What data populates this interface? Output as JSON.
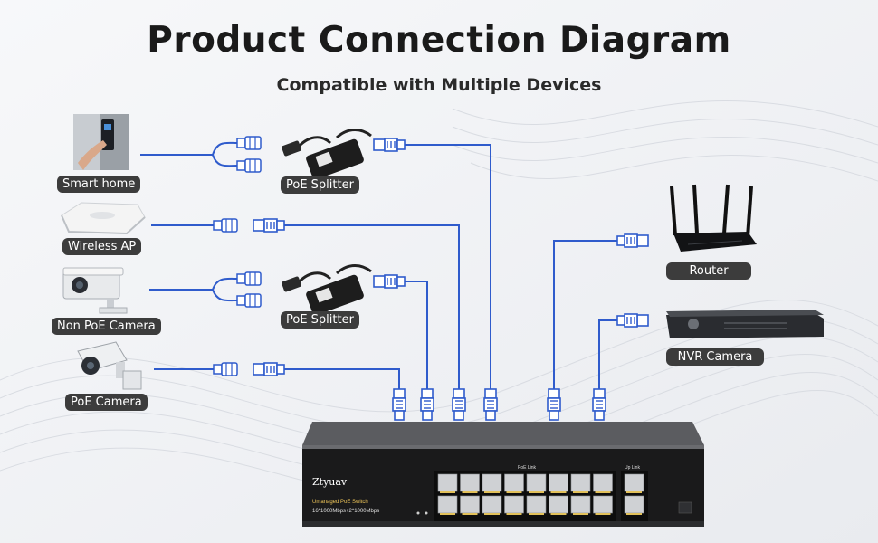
{
  "header": {
    "title": "Product Connection Diagram",
    "subtitle": "Compatible with Multiple Devices"
  },
  "devices": {
    "smart_home": "Smart home",
    "wireless_ap": "Wireless AP",
    "non_poe_camera": "Non PoE Camera",
    "poe_camera": "PoE Camera",
    "router": "Router",
    "nvr_camera": "NVR Camera"
  },
  "splitters": {
    "top": "PoE Splitter",
    "bottom": "PoE Splitter"
  },
  "switch": {
    "brand": "Ztyuav",
    "model": "Umanaged PoE Switch",
    "spec": "16*1000Mbps+2*1000Mbps",
    "poe_link_label": "PoE Link",
    "uplink_label": "Up Link"
  },
  "colors": {
    "cable": "#2f5bcc",
    "label_bg": "#3c3c3c",
    "switch_body": "#4a4b4f",
    "switch_panel": "#151515",
    "port_accent": "#e2c15a"
  }
}
